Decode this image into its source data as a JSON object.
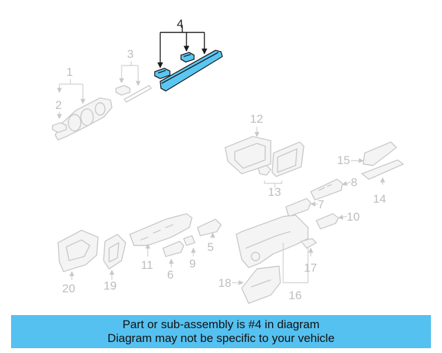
{
  "callouts": {
    "c1": "1",
    "c2": "2",
    "c3": "3",
    "c4": "4",
    "c5": "5",
    "c6": "6",
    "c7": "7",
    "c8": "8",
    "c9": "9",
    "c10": "10",
    "c11": "11",
    "c12": "12",
    "c13": "13",
    "c14": "14",
    "c15": "15",
    "c16": "16",
    "c17": "17",
    "c18": "18",
    "c19": "19",
    "c20": "20"
  },
  "highlighted_part": "4",
  "colors": {
    "highlight": "#5bc6f2",
    "banner": "#55c1f0",
    "ghost": "#c8c8c8"
  },
  "banner": {
    "line1": "Part or sub-assembly is #4 in diagram",
    "line2": "Diagram may not be specific to your vehicle"
  }
}
